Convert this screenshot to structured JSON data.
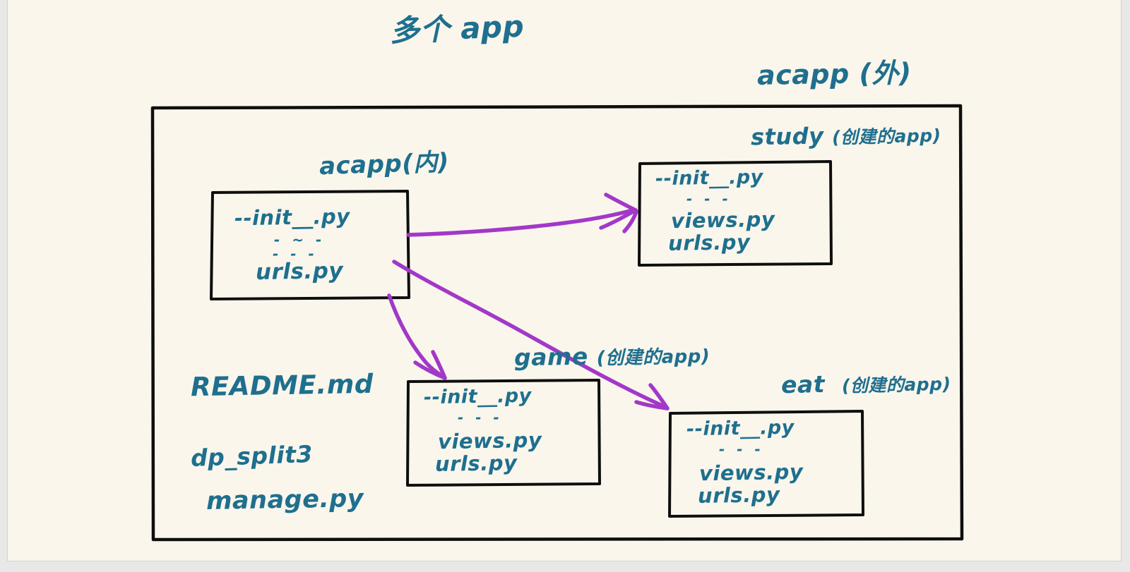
{
  "colors": {
    "canvas": "#faf6ec",
    "gutter": "#e8e8e8",
    "ink": "#1f6f8e",
    "box_stroke": "#0e0e0e",
    "arrow": "#a238c8"
  },
  "title": "多个 app",
  "outer_label": {
    "name": "acapp",
    "note": "(外)"
  },
  "boxes": {
    "acapp": {
      "name": "acapp",
      "note": "(内)",
      "lines": [
        "--init__.py",
        "- ~ -",
        "- - -",
        "urls.py"
      ]
    },
    "study": {
      "name": "study",
      "note": "(创建的app)",
      "lines": [
        "--init__.py",
        "- - -",
        "views.py",
        "urls.py"
      ]
    },
    "game": {
      "name": "game",
      "note": "(创建的app)",
      "lines": [
        "--init__.py",
        "- - -",
        "views.py",
        "urls.py"
      ]
    },
    "eat": {
      "name": "eat",
      "note": "(创建的app)",
      "lines": [
        "--init__.py",
        "- - -",
        "views.py",
        "urls.py"
      ]
    }
  },
  "root_files": [
    "README.md",
    "dp_split3",
    "manage.py"
  ],
  "arrows": [
    {
      "from": "acapp",
      "to": "study"
    },
    {
      "from": "acapp",
      "to": "game"
    },
    {
      "from": "acapp",
      "to": "eat"
    }
  ]
}
